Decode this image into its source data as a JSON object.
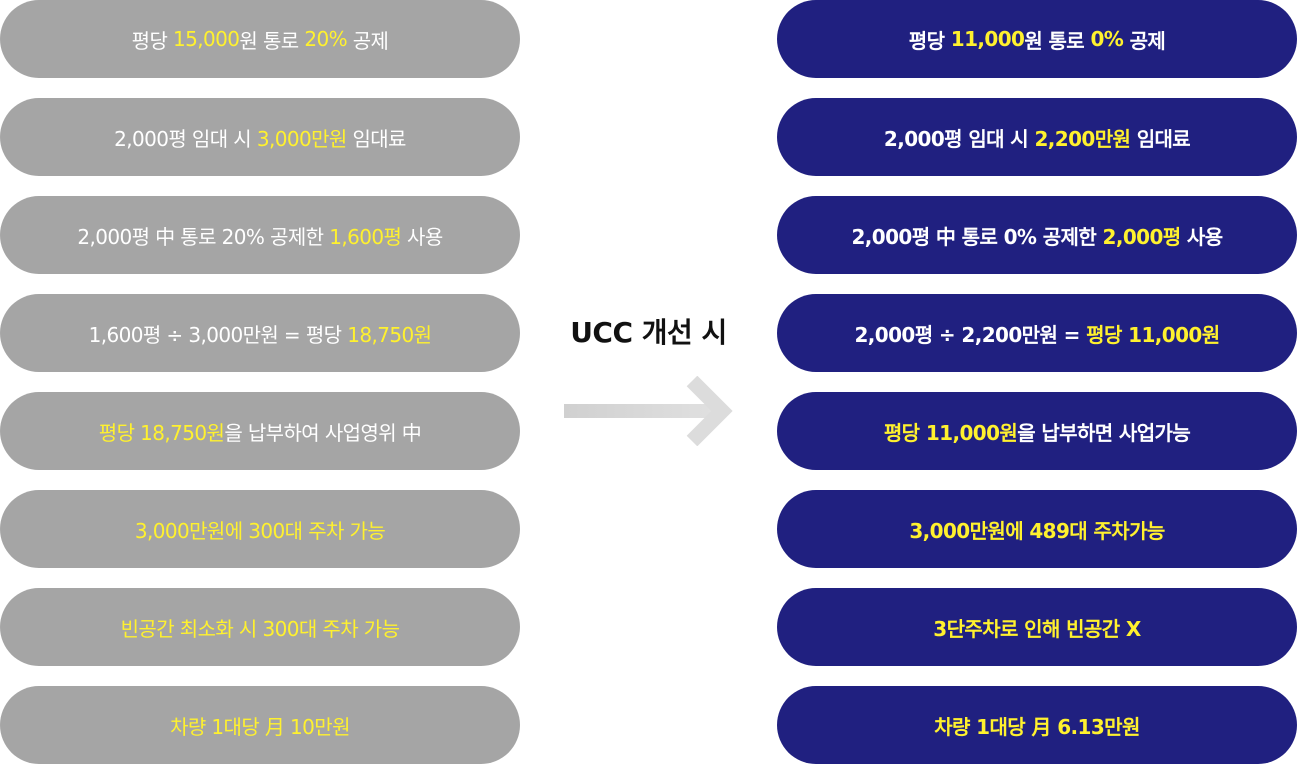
{
  "center": {
    "title": "UCC 개선 시"
  },
  "colors": {
    "left_pill": "#a5a5a5",
    "right_pill": "#202080",
    "highlight": "#fff12e",
    "arrow": "#d9d9d9"
  },
  "icons": {
    "arrow": "right-arrow-icon"
  },
  "left": {
    "rows": [
      {
        "parts": [
          {
            "t": "평당 "
          },
          {
            "t": "15,000",
            "h": true
          },
          {
            "t": "원 통로 "
          },
          {
            "t": "20%",
            "h": true
          },
          {
            "t": " 공제"
          }
        ]
      },
      {
        "parts": [
          {
            "t": "2,000평 임대 시 "
          },
          {
            "t": "3,000만원",
            "h": true
          },
          {
            "t": " 임대료"
          }
        ]
      },
      {
        "parts": [
          {
            "t": "2,000평 中 통로 20% 공제한 "
          },
          {
            "t": "1,600평",
            "h": true
          },
          {
            "t": " 사용"
          }
        ]
      },
      {
        "parts": [
          {
            "t": "1,600평 ÷ 3,000만원 = 평당 "
          },
          {
            "t": "18,750원",
            "h": true
          }
        ]
      },
      {
        "parts": [
          {
            "t": "평당 18,750원",
            "h": true
          },
          {
            "t": "을 납부하여 사업영위 中"
          }
        ]
      },
      {
        "parts": [
          {
            "t": "3,000만원에 300대 주차 가능",
            "h": true
          }
        ]
      },
      {
        "parts": [
          {
            "t": "빈공간 최소화 시 300대 주차 가능",
            "h": true
          }
        ]
      },
      {
        "parts": [
          {
            "t": "차량 1대당 月 10만원",
            "h": true
          }
        ]
      }
    ]
  },
  "right": {
    "rows": [
      {
        "parts": [
          {
            "t": "평당 "
          },
          {
            "t": "11,000",
            "h": true
          },
          {
            "t": "원 통로 "
          },
          {
            "t": "0%",
            "h": true
          },
          {
            "t": " 공제"
          }
        ]
      },
      {
        "parts": [
          {
            "t": "2,000평 임대 시 "
          },
          {
            "t": "2,200만원",
            "h": true
          },
          {
            "t": " 임대료"
          }
        ]
      },
      {
        "parts": [
          {
            "t": "2,000평 中 통로 0% 공제한 "
          },
          {
            "t": "2,000평",
            "h": true
          },
          {
            "t": " 사용"
          }
        ]
      },
      {
        "parts": [
          {
            "t": "2,000평 ÷ 2,200만원 = "
          },
          {
            "t": "평당 11,000원",
            "h": true
          }
        ]
      },
      {
        "parts": [
          {
            "t": "평당 11,000원",
            "h": true
          },
          {
            "t": "을 납부하면 사업가능"
          }
        ]
      },
      {
        "parts": [
          {
            "t": "3,000만원에 489대 주차가능",
            "h": true
          }
        ]
      },
      {
        "parts": [
          {
            "t": "3단주차로 인해 빈공간 X",
            "h": true
          }
        ]
      },
      {
        "parts": [
          {
            "t": "차량 1대당 月 6.13만원",
            "h": true
          }
        ]
      }
    ]
  }
}
